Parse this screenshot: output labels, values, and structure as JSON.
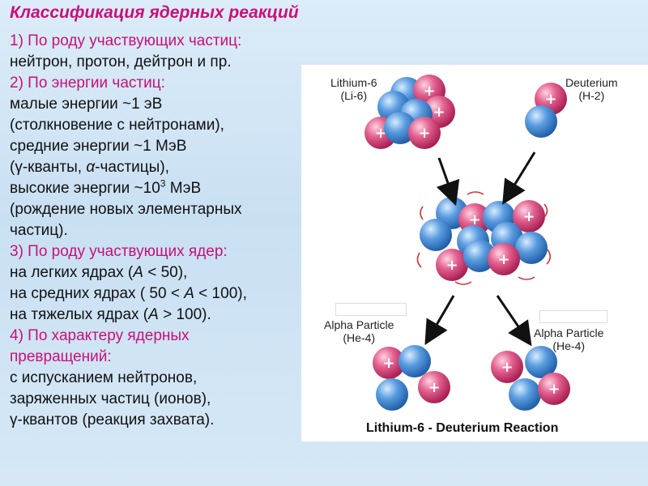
{
  "title": "Классификация ядерных реакций",
  "section1": {
    "heading": "1) По роду участвующих частиц:",
    "line1": "нейтрон, протон, дейтрон и пр."
  },
  "section2": {
    "heading": "2) По энергии частиц:",
    "line1": "малые энергии ~1 эВ",
    "line2": "(столкновение с нейтронами),",
    "line3": "средние энергии ~1 МэВ",
    "line4_pre": "(γ-кванты, ",
    "line4_alpha": "α",
    "line4_post": "-частицы),",
    "line5_pre": "высокие энергии ~10",
    "line5_sup": "3",
    "line5_post": " МэВ",
    "line6": "(рождение новых элементарных",
    "line7": "частиц)."
  },
  "section3": {
    "heading": "3) По роду участвующих ядер:",
    "line1_pre": "на легких ядрах (",
    "line1_var": "A",
    "line1_post": " < 50),",
    "line2_pre": "на средних ядрах ( 50 < ",
    "line2_var": "A",
    "line2_post": " < 100),",
    "line3_pre": "на тяжелых ядрах (",
    "line3_var": "A",
    "line3_post": " > 100)."
  },
  "section4": {
    "heading": "4) По характеру ядерных",
    "heading2": "превращений:",
    "line1": "с испусканием нейтронов,",
    "line2": "заряженных частиц (ионов),",
    "line3": "γ-квантов (реакция захвата)."
  },
  "figure": {
    "lithium_label": "Lithium-6",
    "lithium_symbol": "(Li-6)",
    "deuterium_label": "Deuterium",
    "deuterium_symbol": "(H-2)",
    "alpha1_label": "Alpha Particle",
    "alpha1_symbol": "(He-4)",
    "alpha2_label": "Alpha Particle",
    "alpha2_symbol": "(He-4)",
    "caption": "Lithium-6 - Deuterium Reaction",
    "proton_sign": "+",
    "colors": {
      "proton": "#d8457a",
      "neutron": "#4f8fd6",
      "arrow": "#111111",
      "heading": "#c8107a"
    }
  }
}
